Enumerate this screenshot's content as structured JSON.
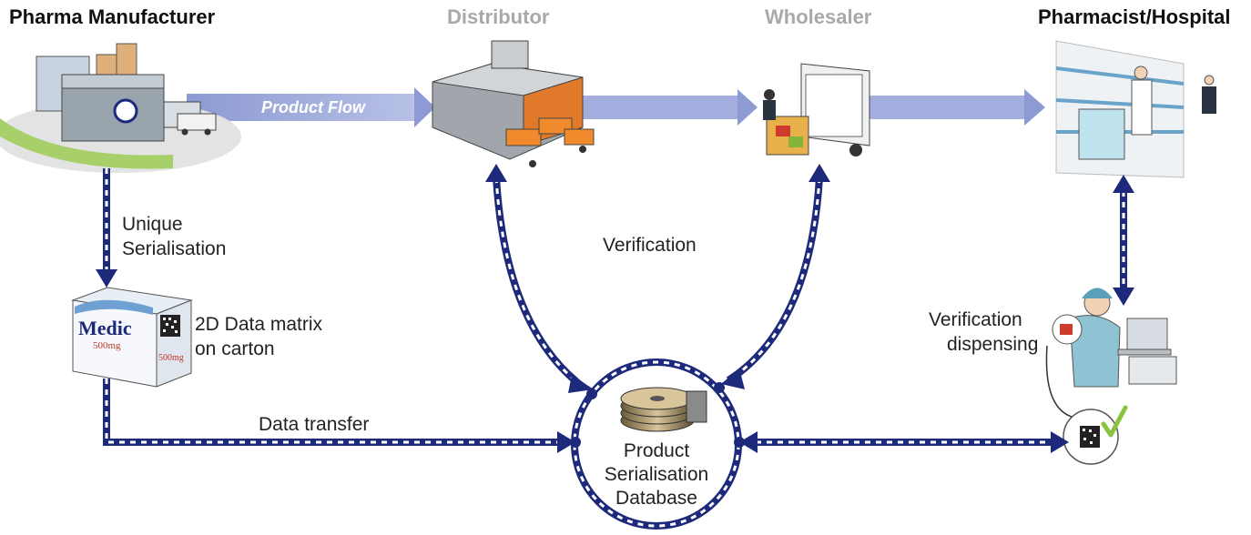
{
  "stages": {
    "manufacturer": "Pharma Manufacturer",
    "distributor": "Distributor",
    "wholesaler": "Wholesaler",
    "pharmacist": "Pharmacist/Hospital"
  },
  "flow": {
    "product_flow": "Product Flow"
  },
  "labels": {
    "unique_line1": "Unique",
    "unique_line2": "Serialisation",
    "matrix_line1": "2D Data matrix",
    "matrix_line2": "on carton",
    "verification": "Verification",
    "dispensing_line1": "Verification",
    "dispensing_line2": "dispensing",
    "data_transfer": "Data transfer"
  },
  "database": {
    "line1": "Product",
    "line2": "Serialisation",
    "line3": "Database"
  },
  "carton": {
    "brand": "Medic",
    "dose": "500mg"
  },
  "colors": {
    "arrow_navy": "#1d2a7c",
    "flow_blue": "#a9b4de",
    "stage_gray": "#a9a9a9",
    "check_green": "#8ac43f"
  }
}
